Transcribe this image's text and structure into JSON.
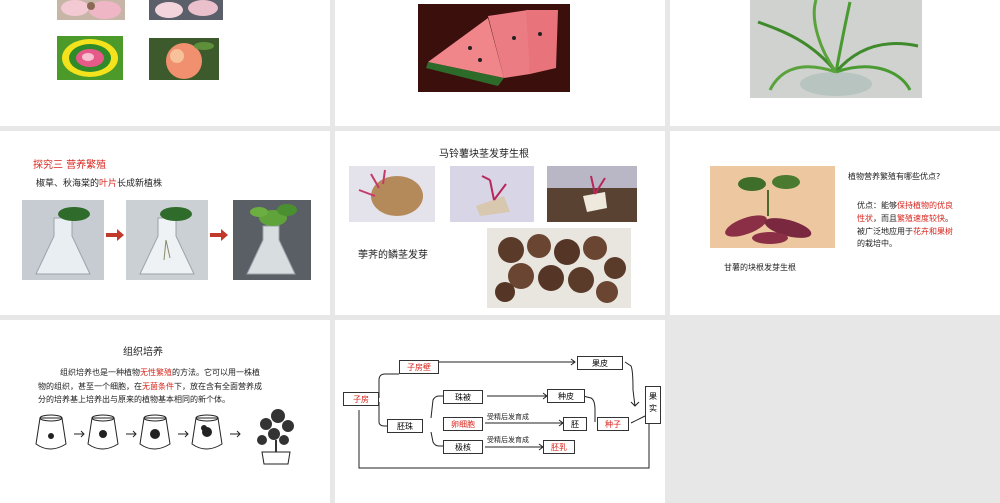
{
  "slide4": {
    "title": "探究三   营养繁殖",
    "sub_prefix": "椒草、秋海棠的",
    "sub_highlight": "叶片",
    "sub_suffix": "长成新植株"
  },
  "slide5": {
    "title": "马铃薯块茎发芽生根",
    "caption": "荸荠的鳞茎发芽"
  },
  "slide6": {
    "question": "植物营养繁殖有哪些优点?",
    "adv_prefix": "优点：能够",
    "adv_red1": "保持植物的优良",
    "adv_red2": "性状",
    "adv_mid": "，而且",
    "adv_red3": "繁殖速度较快",
    "adv_end": "。",
    "use_prefix": "被广泛地应用于",
    "use_red": "花卉和果树",
    "use_end": "的栽培中。",
    "caption": "甘薯的块根发芽生根"
  },
  "slide7": {
    "title": "组织培养",
    "l1_prefix": "组织培养也是一种植物",
    "l1_red": "无性繁殖",
    "l1_suffix": "的方法。它可以用一株植",
    "l2_prefix": "物的组织，甚至一个细胞，在",
    "l2_red": "无菌条件",
    "l2_suffix": "下，放在含有全面营养成",
    "l3": "分的培养基上培养出与原来的植物基本相同的新个体。"
  },
  "slide8": {
    "zifangbi": "子房壁",
    "guopi": "果皮",
    "zifang": "子房",
    "zhubei": "珠被",
    "zhongpi": "种皮",
    "peizhu": "胚珠",
    "luanxibao": "卵细胞",
    "shoujing1": "受精后发育成",
    "pei": "胚",
    "zhongzi": "种子",
    "jihe": "极核",
    "shoujing2": "受精后发育成",
    "peiru": "胚乳",
    "guoshi": "果实"
  },
  "colors": {
    "accent_red": "#d7261e",
    "background": "#e7e7e7"
  }
}
